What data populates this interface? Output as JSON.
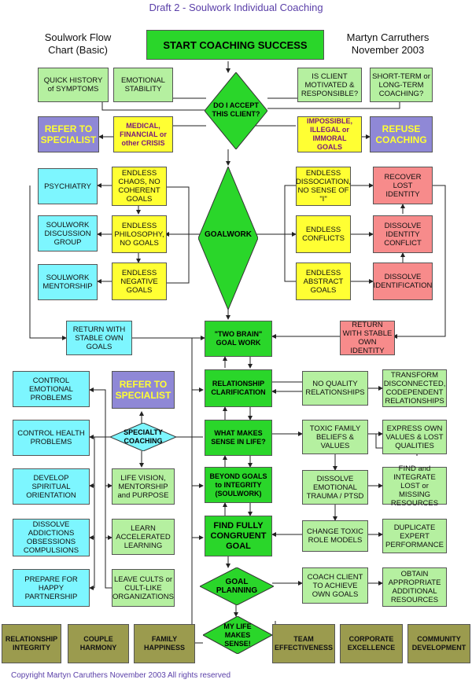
{
  "header": {
    "title": "Draft 2 - Soulwork Individual Coaching",
    "left_note": "Soulwork Flow Chart (Basic)",
    "right_note": "Martyn Carruthers November 2003",
    "footer": "Copyright Martyn Caruthers November 2003 All rights reserved"
  },
  "nodes": {
    "start": "START COACHING SUCCESS",
    "quick_history": "QUICK HISTORY of SYMPTOMS",
    "emotional_stability": "EMOTIONAL STABILITY",
    "accept_client": "DO I ACCEPT THIS CLIENT?",
    "client_motivated": "IS CLIENT MOTIVATED & RESPONSIBLE?",
    "short_long": "SHORT-TERM or LONG-TERM COACHING?",
    "refer_specialist_top": "REFER TO SPECIALIST",
    "medical_crisis": "MEDICAL, FINANCIAL or other CRISIS",
    "impossible_goals": "IMPOSSIBLE, ILLEGAL or IMMORAL GOALS",
    "refuse_coaching": "REFUSE COACHING",
    "psychiatry": "PSYCHIATRY",
    "endless_chaos": "ENDLESS CHAOS, NO COHERENT GOALS",
    "goalwork": "GOALWORK",
    "endless_dissociation": "ENDLESS DISSOCIATION, NO SENSE OF \"I\"",
    "recover_identity": "RECOVER LOST IDENTITY",
    "discussion_group": "SOULWORK DISCUSSION GROUP",
    "endless_philosophy": "ENDLESS PHILOSOPHY, NO GOALS",
    "endless_conflicts": "ENDLESS CONFLICTS",
    "dissolve_identity_conflict": "DISSOLVE IDENTITY CONFLICT",
    "mentorship": "SOULWORK MENTORSHIP",
    "endless_negative": "ENDLESS NEGATIVE GOALS",
    "endless_abstract": "ENDLESS ABSTRACT GOALS",
    "dissolve_identification": "DISSOLVE IDENTIFICATION",
    "return_stable_left": "RETURN WITH STABLE OWN GOALS",
    "two_brain": "\"TWO BRAIN\" GOAL WORK",
    "return_stable_right": "RETURN WITH STABLE OWN IDENTITY",
    "control_emotional": "CONTROL EMOTIONAL PROBLEMS",
    "refer_specialist_mid": "REFER TO SPECIALIST",
    "relationship_clarification": "RELATIONSHIP CLARIFICATION",
    "no_quality": "NO QUALITY RELATIONSHIPS",
    "transform_relationships": "TRANSFORM DISCONNECTED, CODEPENDENT RELATIONSHIPS",
    "control_health": "CONTROL HEALTH PROBLEMS",
    "specialty_coaching": "SPECIALTY COACHING",
    "what_makes_sense": "WHAT MAKES SENSE IN LIFE?",
    "toxic_family": "TOXIC FAMILY BELIEFS & VALUES",
    "express_values": "EXPRESS OWN VALUES & LOST QUALITIES",
    "spiritual_orientation": "DEVELOP SPIRITUAL ORIENTATION",
    "life_vision": "LIFE VISION, MENTORSHIP and PURPOSE",
    "beyond_goals": "BEYOND GOALS to INTEGRITY (SOULWORK)",
    "dissolve_trauma": "DISSOLVE EMOTIONAL TRAUMA / PTSD",
    "find_integrate": "FIND and INTEGRATE LOST or MISSING RESOURCES",
    "dissolve_addictions": "DISSOLVE ADDICTIONS OBSESSIONS COMPULSIONS",
    "accelerated_learning": "LEARN ACCELERATED LEARNING",
    "find_congruent": "FIND FULLY CONGRUENT GOAL",
    "change_toxic": "CHANGE TOXIC ROLE MODELS",
    "duplicate_expert": "DUPLICATE EXPERT PERFORMANCE",
    "prepare_partnership": "PREPARE FOR HAPPY PARTNERSHIP",
    "leave_cults": "LEAVE CULTS or CULT-LIKE ORGANIZATIONS",
    "goal_planning": "GOAL PLANNING",
    "coach_client": "COACH CLIENT TO ACHIEVE OWN GOALS",
    "obtain_resources": "OBTAIN APPROPRIATE ADDITIONAL RESOURCES",
    "relationship_integrity": "RELATIONSHIP INTEGRITY",
    "couple_harmony": "COUPLE HARMONY",
    "family_happiness": "FAMILY HAPPINESS",
    "my_life": "MY LIFE MAKES SENSE!",
    "team_effectiveness": "TEAM EFFECTIVENESS",
    "corporate_excellence": "CORPORATE EXCELLENCE",
    "community_development": "COMMUNITY DEVELOPMENT"
  },
  "colors": {
    "title": "#5a3fa8",
    "light_green": "#b5f0a0",
    "green": "#2ad62a",
    "yellow": "#ffff33",
    "cyan": "#7df6ff",
    "pink": "#f78b8b",
    "purple": "#8f88d6",
    "olive": "#9b9b4e"
  }
}
